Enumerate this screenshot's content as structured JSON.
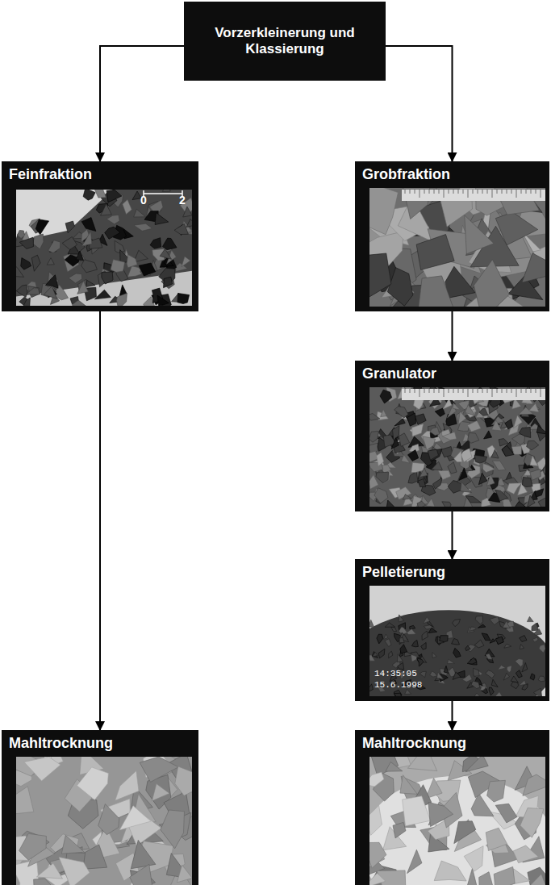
{
  "diagram": {
    "nodes": [
      {
        "text": [
          "Vorzerkleinerung und Klassierung"
        ]
      },
      {
        "text": [
          "Feinfraktion"
        ]
      },
      {
        "text": [
          "Grobfraktion"
        ]
      },
      {
        "text": [
          "Granulator"
        ]
      },
      {
        "text": [
          "Pelletierung"
        ]
      },
      {
        "text": [
          "Mahltrocknung"
        ]
      },
      {
        "text": [
          "Mahltrocknung"
        ]
      }
    ],
    "edges": [
      {
        "from": 0,
        "to": 1,
        "arrow": "to"
      },
      {
        "from": 0,
        "to": 2,
        "arrow": "to"
      },
      {
        "from": 1,
        "to": 5,
        "arrow": "to"
      },
      {
        "from": 2,
        "to": 3,
        "arrow": "to"
      },
      {
        "from": 3,
        "to": 4,
        "arrow": "to"
      },
      {
        "from": 4,
        "to": 6,
        "arrow": "to"
      }
    ],
    "labels": [
      "0",
      "2",
      "14:35:05",
      "15.6.1998"
    ]
  }
}
